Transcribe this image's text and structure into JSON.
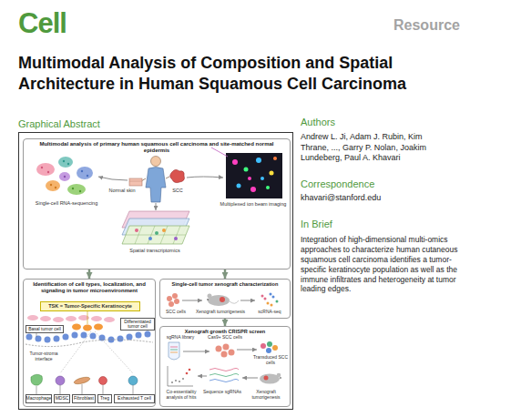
{
  "diagram": {
    "title": "Multimodal Analysis of Composition and Spatial Architecture in Human Squamous Cell Carcinoma",
    "nodes": [
      {
        "text": [
          "Graphical Abstract"
        ]
      },
      {
        "text": [
          "Multimodal analysis of primary human squamous cell carcinoma and site-matched normal epidermis"
        ],
        "in": 0
      },
      {
        "text": [
          "Identification of cell types, localization, and signaling in tumor microenvironment"
        ],
        "in": 0
      },
      {
        "text": [
          "TSK = Tumor-Specific Keratinocyte"
        ],
        "in": 2
      },
      {
        "text": [
          "Differentiated tumor cell"
        ],
        "in": 2
      },
      {
        "text": [
          "Basal tumor cell"
        ],
        "in": 2
      },
      {
        "text": [
          "Macrophage"
        ],
        "in": 2
      },
      {
        "text": [
          "MDSC"
        ],
        "in": 2
      },
      {
        "text": [
          "Fibroblast"
        ],
        "in": 2
      },
      {
        "text": [
          "Treg"
        ],
        "in": 2
      },
      {
        "text": [
          "Exhausted T cell"
        ],
        "in": 2
      },
      {
        "text": [
          "Single-cell tumor xenograft characterization"
        ],
        "in": 0
      },
      {
        "text": [
          "Xenograft growth CRISPR screen"
        ],
        "in": 0
      }
    ],
    "edges": [
      {
        "from": 1,
        "to": 2,
        "arrow": "to"
      },
      {
        "from": 1,
        "to": 11,
        "arrow": "to"
      },
      {
        "from": 11,
        "to": 12,
        "arrow": "to"
      }
    ],
    "labels": [
      "Cell",
      "Resource",
      "Authors",
      "Andrew L. Ji, Adam J. Rubin, Kim Thrane, ..., Garry P. Nolan, Joakim Lundeberg, Paul A. Khavari",
      "Correspondence",
      "khavari@stanford.edu",
      "In Brief",
      "Integration of high-dimensional multi-omics approaches to characterize human cutaneous squamous cell carcinoma identifies a tumor-specific keratinocyte population as well as the immune infiltrates and heterogeneity at tumor leading edges.",
      "Normal skin",
      "SCC",
      "Single-cell RNA-sequencing",
      "Multiplexed ion beam imaging",
      "Spatial transcriptomics",
      "Tumor-stroma interface",
      "SCC cells",
      "Xenograft tumorigenesis",
      "scRNA-seq",
      "sgRNA library",
      "Cas9+ SCC cells",
      "Transduced SCC cells",
      "Sequence sgRNAs",
      "Co-essentiality analysis of hits",
      "Xenograft tumorigenesis"
    ]
  }
}
